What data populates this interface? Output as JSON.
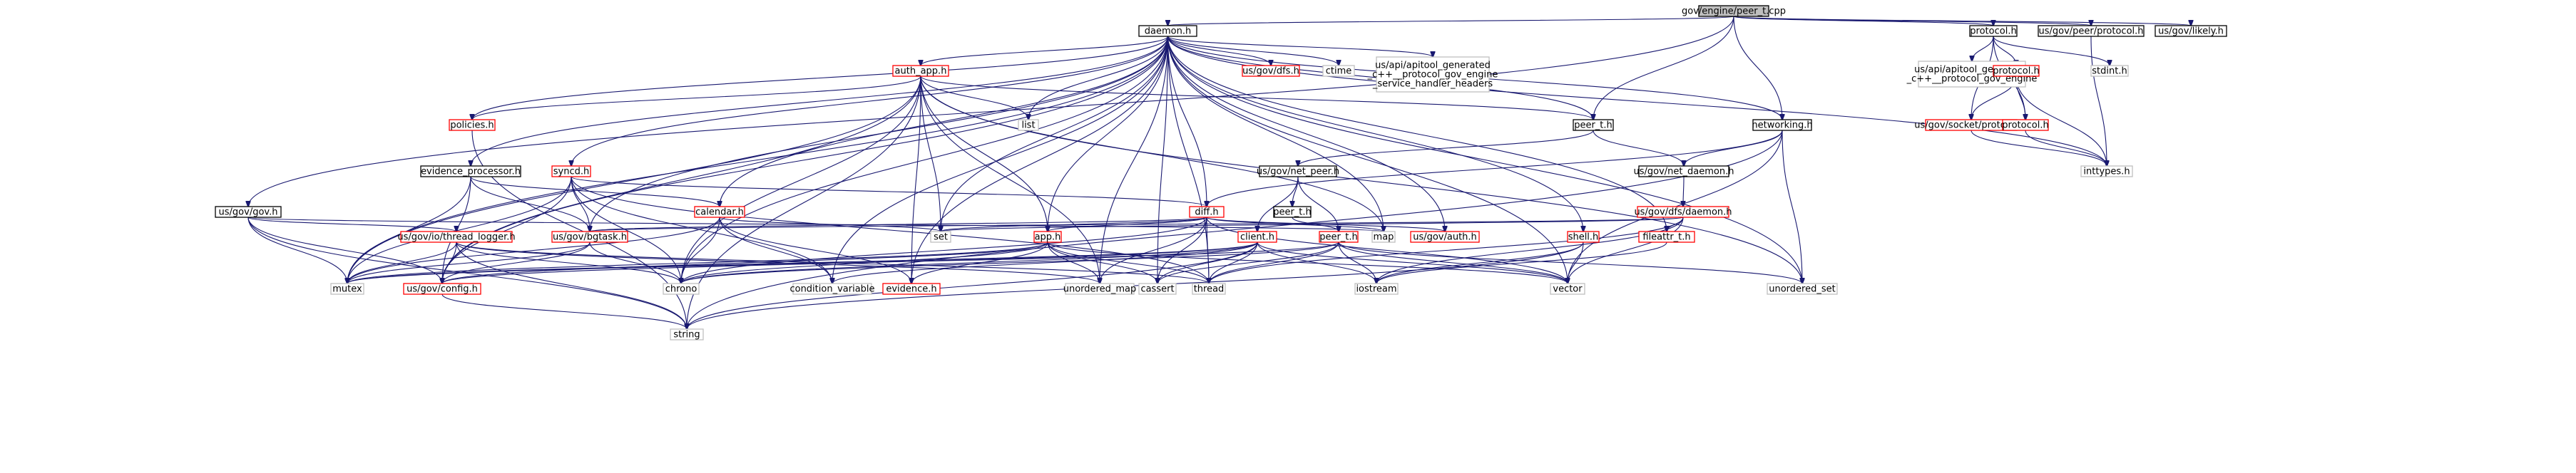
{
  "colors": {
    "edge": "#191970",
    "black_border": "#000000",
    "red_border": "#ff0000",
    "gray_border": "#bfbfbf",
    "self_fill": "#bfbfbf"
  },
  "nodes": [
    {
      "id": "root",
      "kind": "self",
      "lines": [
        "gov/engine/peer_t.cpp"
      ]
    },
    {
      "id": "daemon",
      "kind": "black",
      "lines": [
        "daemon.h"
      ]
    },
    {
      "id": "protocol_h",
      "kind": "black",
      "lines": [
        "protocol.h"
      ]
    },
    {
      "id": "peerprotocol",
      "kind": "black",
      "lines": [
        "us/gov/peer/protocol.h"
      ]
    },
    {
      "id": "likely",
      "kind": "black",
      "lines": [
        "us/gov/likely.h"
      ]
    },
    {
      "id": "auth_app",
      "kind": "red",
      "lines": [
        "auth_app.h"
      ]
    },
    {
      "id": "dfs",
      "kind": "red",
      "lines": [
        "us/gov/dfs.h"
      ]
    },
    {
      "id": "ctime",
      "kind": "gray",
      "lines": [
        "ctime"
      ]
    },
    {
      "id": "apitool",
      "kind": "gray",
      "lines": [
        "us/api/apitool_generated",
        "_c++__protocol_gov_engine",
        "_service_handler_headers"
      ]
    },
    {
      "id": "apitool2",
      "kind": "gray",
      "lines": [
        "us/api/apitool_generated",
        "_c++__protocol_gov_engine"
      ]
    },
    {
      "id": "protocolA",
      "kind": "red",
      "lines": [
        "protocol.h"
      ]
    },
    {
      "id": "stdint",
      "kind": "gray",
      "lines": [
        "stdint.h"
      ]
    },
    {
      "id": "policies",
      "kind": "red",
      "lines": [
        "policies.h"
      ]
    },
    {
      "id": "list",
      "kind": "gray",
      "lines": [
        "list"
      ]
    },
    {
      "id": "peer_t_h",
      "kind": "black",
      "lines": [
        "peer_t.h"
      ]
    },
    {
      "id": "networking",
      "kind": "black",
      "lines": [
        "networking.h"
      ]
    },
    {
      "id": "socketprotocol",
      "kind": "red",
      "lines": [
        "us/gov/socket/protocol.h"
      ]
    },
    {
      "id": "protocolB",
      "kind": "red",
      "lines": [
        "protocol.h"
      ]
    },
    {
      "id": "evidence_proc",
      "kind": "black",
      "lines": [
        "evidence_processor.h"
      ]
    },
    {
      "id": "syncd",
      "kind": "red",
      "lines": [
        "syncd.h"
      ]
    },
    {
      "id": "net_peer",
      "kind": "black",
      "lines": [
        "us/gov/net_peer.h"
      ]
    },
    {
      "id": "net_daemon",
      "kind": "black",
      "lines": [
        "us/gov/net_daemon.h"
      ]
    },
    {
      "id": "inttypes",
      "kind": "gray",
      "lines": [
        "inttypes.h"
      ]
    },
    {
      "id": "usgov",
      "kind": "black",
      "lines": [
        "us/gov/gov.h"
      ]
    },
    {
      "id": "calendar",
      "kind": "red",
      "lines": [
        "calendar.h"
      ]
    },
    {
      "id": "diff",
      "kind": "red",
      "lines": [
        "diff.h"
      ]
    },
    {
      "id": "peer_t2",
      "kind": "black",
      "lines": [
        "peer_t.h"
      ]
    },
    {
      "id": "dfsdaemon",
      "kind": "red",
      "lines": [
        "us/gov/dfs/daemon.h"
      ]
    },
    {
      "id": "threadlogger",
      "kind": "red",
      "lines": [
        "us/gov/io/thread_logger.h"
      ]
    },
    {
      "id": "set",
      "kind": "gray",
      "lines": [
        "set"
      ]
    },
    {
      "id": "bgtask",
      "kind": "red",
      "lines": [
        "us/gov/bgtask.h"
      ]
    },
    {
      "id": "app",
      "kind": "red",
      "lines": [
        "app.h"
      ]
    },
    {
      "id": "map",
      "kind": "gray",
      "lines": [
        "map"
      ]
    },
    {
      "id": "auth",
      "kind": "red",
      "lines": [
        "us/gov/auth.h"
      ]
    },
    {
      "id": "client",
      "kind": "red",
      "lines": [
        "client.h"
      ]
    },
    {
      "id": "peer_t3",
      "kind": "red",
      "lines": [
        "peer_t.h"
      ]
    },
    {
      "id": "shell",
      "kind": "red",
      "lines": [
        "shell.h"
      ]
    },
    {
      "id": "fileattr",
      "kind": "red",
      "lines": [
        "fileattr_t.h"
      ]
    },
    {
      "id": "mutex",
      "kind": "gray",
      "lines": [
        "mutex"
      ]
    },
    {
      "id": "config",
      "kind": "red",
      "lines": [
        "us/gov/config.h"
      ]
    },
    {
      "id": "chrono",
      "kind": "gray",
      "lines": [
        "chrono"
      ]
    },
    {
      "id": "condvar",
      "kind": "gray",
      "lines": [
        "condition_variable"
      ]
    },
    {
      "id": "evidence",
      "kind": "red",
      "lines": [
        "evidence.h"
      ]
    },
    {
      "id": "unordered_map",
      "kind": "gray",
      "lines": [
        "unordered_map"
      ]
    },
    {
      "id": "cassert",
      "kind": "gray",
      "lines": [
        "cassert"
      ]
    },
    {
      "id": "thread",
      "kind": "gray",
      "lines": [
        "thread"
      ]
    },
    {
      "id": "iostream",
      "kind": "gray",
      "lines": [
        "iostream"
      ]
    },
    {
      "id": "vector",
      "kind": "gray",
      "lines": [
        "vector"
      ]
    },
    {
      "id": "unordered_set",
      "kind": "gray",
      "lines": [
        "unordered_set"
      ]
    },
    {
      "id": "string",
      "kind": "gray",
      "lines": [
        "string"
      ]
    }
  ],
  "edges": [
    [
      "root",
      "daemon"
    ],
    [
      "root",
      "protocol_h"
    ],
    [
      "root",
      "peerprotocol"
    ],
    [
      "root",
      "likely"
    ],
    [
      "root",
      "peer_t_h"
    ],
    [
      "root",
      "networking"
    ],
    [
      "root",
      "usgov"
    ],
    [
      "daemon",
      "auth_app"
    ],
    [
      "daemon",
      "dfs"
    ],
    [
      "daemon",
      "ctime"
    ],
    [
      "daemon",
      "apitool"
    ],
    [
      "daemon",
      "policies"
    ],
    [
      "daemon",
      "list"
    ],
    [
      "daemon",
      "peer_t_h"
    ],
    [
      "daemon",
      "networking"
    ],
    [
      "daemon",
      "evidence_proc"
    ],
    [
      "daemon",
      "syncd"
    ],
    [
      "daemon",
      "calendar"
    ],
    [
      "daemon",
      "diff"
    ],
    [
      "daemon",
      "set"
    ],
    [
      "daemon",
      "bgtask"
    ],
    [
      "daemon",
      "app"
    ],
    [
      "daemon",
      "map"
    ],
    [
      "daemon",
      "auth"
    ],
    [
      "daemon",
      "shell"
    ],
    [
      "daemon",
      "fileattr"
    ],
    [
      "daemon",
      "mutex"
    ],
    [
      "daemon",
      "config"
    ],
    [
      "daemon",
      "chrono"
    ],
    [
      "daemon",
      "condvar"
    ],
    [
      "daemon",
      "evidence"
    ],
    [
      "daemon",
      "unordered_map"
    ],
    [
      "daemon",
      "cassert"
    ],
    [
      "daemon",
      "thread"
    ],
    [
      "daemon",
      "vector"
    ],
    [
      "daemon",
      "unordered_set"
    ],
    [
      "daemon",
      "inttypes"
    ],
    [
      "protocol_h",
      "apitool2"
    ],
    [
      "protocol_h",
      "protocolA"
    ],
    [
      "protocol_h",
      "stdint"
    ],
    [
      "protocol_h",
      "socketprotocol"
    ],
    [
      "protocol_h",
      "protocolB"
    ],
    [
      "protocolA",
      "socketprotocol"
    ],
    [
      "protocolA",
      "inttypes"
    ],
    [
      "protocolA",
      "protocolB"
    ],
    [
      "protocolB",
      "inttypes"
    ],
    [
      "socketprotocol",
      "inttypes"
    ],
    [
      "peerprotocol",
      "inttypes"
    ],
    [
      "auth_app",
      "policies"
    ],
    [
      "auth_app",
      "list"
    ],
    [
      "auth_app",
      "peer_t_h"
    ],
    [
      "auth_app",
      "map"
    ],
    [
      "auth_app",
      "set"
    ],
    [
      "auth_app",
      "app"
    ],
    [
      "auth_app",
      "mutex"
    ],
    [
      "auth_app",
      "config"
    ],
    [
      "auth_app",
      "chrono"
    ],
    [
      "auth_app",
      "evidence"
    ],
    [
      "auth_app",
      "unordered_map"
    ],
    [
      "auth_app",
      "unordered_set"
    ],
    [
      "auth_app",
      "string"
    ],
    [
      "policies",
      "string"
    ],
    [
      "peer_t_h",
      "net_peer"
    ],
    [
      "peer_t_h",
      "net_daemon"
    ],
    [
      "networking",
      "net_daemon"
    ],
    [
      "networking",
      "diff"
    ],
    [
      "networking",
      "vector"
    ],
    [
      "networking",
      "unordered_set"
    ],
    [
      "networking",
      "string"
    ],
    [
      "net_daemon",
      "dfsdaemon"
    ],
    [
      "net_peer",
      "peer_t2"
    ],
    [
      "net_peer",
      "client"
    ],
    [
      "net_peer",
      "peer_t3"
    ],
    [
      "peer_t2",
      "peer_t3"
    ],
    [
      "evidence_proc",
      "calendar"
    ],
    [
      "evidence_proc",
      "bgtask"
    ],
    [
      "evidence_proc",
      "config"
    ],
    [
      "evidence_proc",
      "mutex"
    ],
    [
      "syncd",
      "diff"
    ],
    [
      "syncd",
      "bgtask"
    ],
    [
      "syncd",
      "condvar"
    ],
    [
      "syncd",
      "mutex"
    ],
    [
      "syncd",
      "config"
    ],
    [
      "syncd",
      "chrono"
    ],
    [
      "syncd",
      "thread"
    ],
    [
      "calendar",
      "set"
    ],
    [
      "calendar",
      "chrono"
    ],
    [
      "calendar",
      "condvar"
    ],
    [
      "calendar",
      "evidence"
    ],
    [
      "calendar",
      "mutex"
    ],
    [
      "usgov",
      "threadlogger"
    ],
    [
      "usgov",
      "config"
    ],
    [
      "usgov",
      "map"
    ],
    [
      "usgov",
      "string"
    ],
    [
      "usgov",
      "mutex"
    ],
    [
      "threadlogger",
      "mutex"
    ],
    [
      "threadlogger",
      "config"
    ],
    [
      "threadlogger",
      "string"
    ],
    [
      "threadlogger",
      "unordered_map"
    ],
    [
      "threadlogger",
      "thread"
    ],
    [
      "threadlogger",
      "chrono"
    ],
    [
      "diff",
      "set"
    ],
    [
      "diff",
      "map"
    ],
    [
      "diff",
      "auth"
    ],
    [
      "diff",
      "app"
    ],
    [
      "diff",
      "cassert"
    ],
    [
      "diff",
      "thread"
    ],
    [
      "diff",
      "vector"
    ],
    [
      "diff",
      "unordered_map"
    ],
    [
      "diff",
      "chrono"
    ],
    [
      "diff",
      "bgtask"
    ],
    [
      "dfsdaemon",
      "bgtask"
    ],
    [
      "dfsdaemon",
      "fileattr"
    ],
    [
      "dfsdaemon",
      "vector"
    ],
    [
      "dfsdaemon",
      "iostream"
    ],
    [
      "dfsdaemon",
      "thread"
    ],
    [
      "dfsdaemon",
      "set"
    ],
    [
      "bgtask",
      "mutex"
    ],
    [
      "bgtask",
      "config"
    ],
    [
      "bgtask",
      "chrono"
    ],
    [
      "app",
      "evidence"
    ],
    [
      "app",
      "config"
    ],
    [
      "app",
      "cassert"
    ],
    [
      "app",
      "thread"
    ],
    [
      "app",
      "unordered_map"
    ],
    [
      "app",
      "chrono"
    ],
    [
      "app",
      "mutex"
    ],
    [
      "app",
      "vector"
    ],
    [
      "client",
      "mutex"
    ],
    [
      "client",
      "config"
    ],
    [
      "client",
      "string"
    ],
    [
      "client",
      "chrono"
    ],
    [
      "client",
      "condvar"
    ],
    [
      "client",
      "iostream"
    ],
    [
      "client",
      "cassert"
    ],
    [
      "client",
      "thread"
    ],
    [
      "client",
      "vector"
    ],
    [
      "peer_t3",
      "vector"
    ],
    [
      "peer_t3",
      "iostream"
    ],
    [
      "peer_t3",
      "cassert"
    ],
    [
      "peer_t3",
      "thread"
    ],
    [
      "peer_t3",
      "unordered_set"
    ],
    [
      "peer_t3",
      "chrono"
    ],
    [
      "peer_t3",
      "mutex"
    ],
    [
      "shell",
      "iostream"
    ],
    [
      "shell",
      "string"
    ],
    [
      "shell",
      "vector"
    ],
    [
      "fileattr",
      "iostream"
    ],
    [
      "config",
      "string"
    ]
  ]
}
